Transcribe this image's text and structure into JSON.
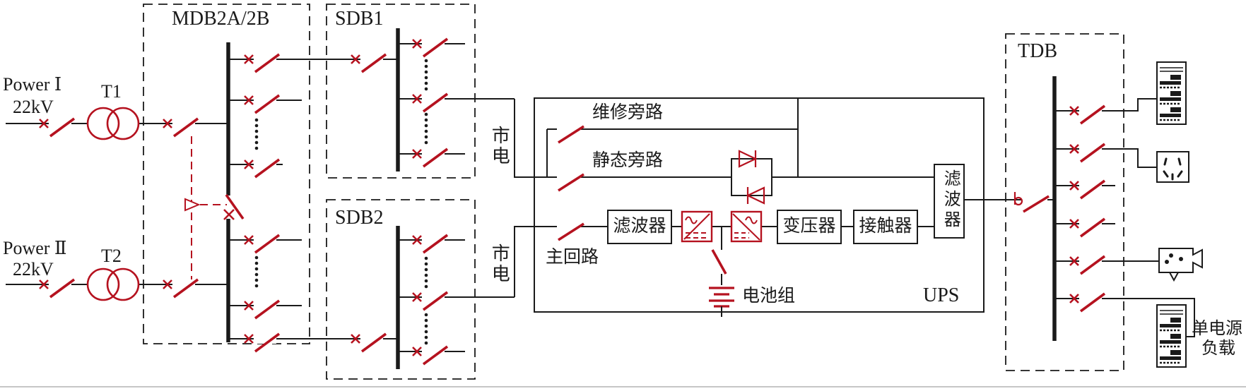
{
  "labels": {
    "power1": "Power Ⅰ",
    "power1_voltage": "22kV",
    "t1": "T1",
    "power2": "Power Ⅱ",
    "power2_voltage": "22kV",
    "t2": "T2",
    "mdb": "MDB2A/2B",
    "sdb1": "SDB1",
    "sdb2": "SDB2",
    "tdb": "TDB",
    "mains_top": "市电",
    "mains_bottom": "市电",
    "maintenance_bypass": "维修旁路",
    "static_bypass": "静态旁路",
    "main_circuit": "主回路",
    "filter_input": "滤波器",
    "transformer_box": "变压器",
    "contactor_box": "接触器",
    "filter_output": "滤波器",
    "battery": "电池组",
    "ups": "UPS",
    "single_load_line1": "单电源",
    "single_load_line2": "负载"
  },
  "colors": {
    "line": "#1a1a1a",
    "accent": "#b5121f"
  },
  "icons": {
    "transformer": "transformer-icon",
    "breaker": "breaker-icon",
    "switch": "switch-icon",
    "thyristor": "thyristor-icon",
    "rectifier": "rectifier-icon",
    "inverter": "inverter-icon",
    "battery": "battery-icon",
    "interlock_triangle": "interlock-triangle-icon",
    "server_rack": "server-rack-icon",
    "power_socket": "power-socket-icon",
    "camera": "camera-icon"
  }
}
